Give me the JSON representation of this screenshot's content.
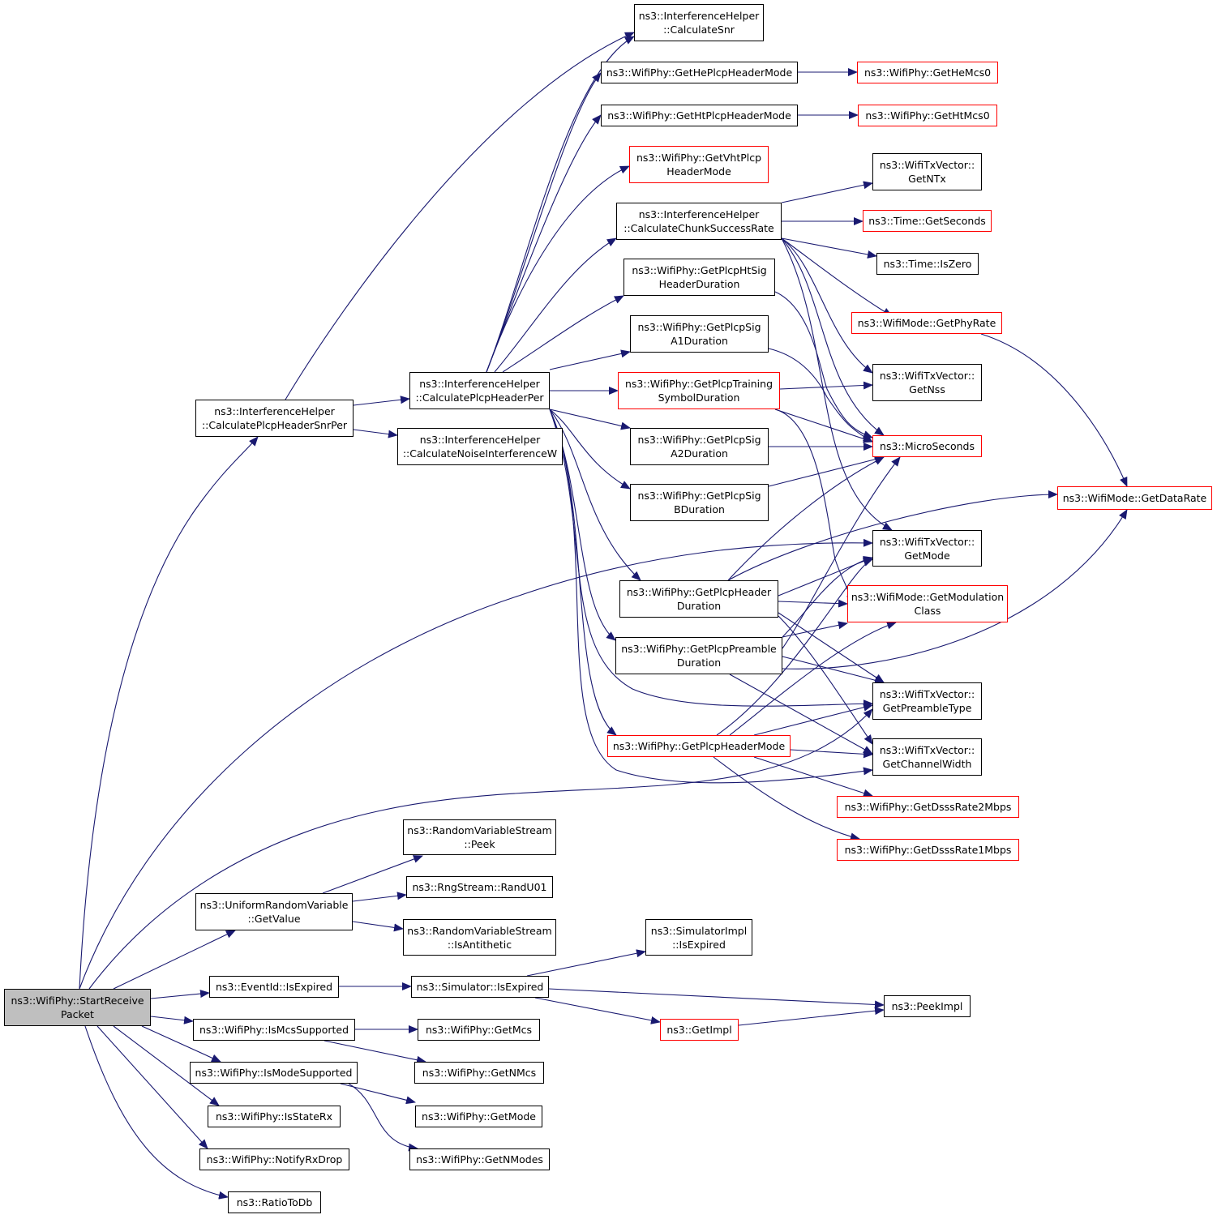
{
  "colors": {
    "edge": "#191970",
    "node_border": "#000000",
    "truncated_node_border": "#ff0000",
    "root_fill": "#bfbfbf"
  },
  "nodes": {
    "start": {
      "l1": "ns3::WifiPhy::StartReceive",
      "l2": "Packet"
    },
    "snrper": {
      "l1": "ns3::InterferenceHelper",
      "l2": "::CalculatePlcpHeaderSnrPer"
    },
    "headerper": {
      "l1": "ns3::InterferenceHelper",
      "l2": "::CalculatePlcpHeaderPer"
    },
    "noise": {
      "l1": "ns3::InterferenceHelper",
      "l2": "::CalculateNoiseInterferenceW"
    },
    "calcsnr": {
      "l1": "ns3::InterferenceHelper",
      "l2": "::CalculateSnr"
    },
    "hemode": {
      "l1": "ns3::WifiPhy::GetHePlcpHeaderMode"
    },
    "htmode": {
      "l1": "ns3::WifiPhy::GetHtPlcpHeaderMode"
    },
    "vhtmode": {
      "l1": "ns3::WifiPhy::GetVhtPlcp",
      "l2": "HeaderMode"
    },
    "chunk": {
      "l1": "ns3::InterferenceHelper",
      "l2": "::CalculateChunkSuccessRate"
    },
    "htsig": {
      "l1": "ns3::WifiPhy::GetPlcpHtSig",
      "l2": "HeaderDuration"
    },
    "siga1": {
      "l1": "ns3::WifiPhy::GetPlcpSig",
      "l2": "A1Duration"
    },
    "training": {
      "l1": "ns3::WifiPhy::GetPlcpTraining",
      "l2": "SymbolDuration"
    },
    "siga2": {
      "l1": "ns3::WifiPhy::GetPlcpSig",
      "l2": "A2Duration"
    },
    "sigb": {
      "l1": "ns3::WifiPhy::GetPlcpSig",
      "l2": "BDuration"
    },
    "headerdur": {
      "l1": "ns3::WifiPhy::GetPlcpHeader",
      "l2": "Duration"
    },
    "preamble": {
      "l1": "ns3::WifiPhy::GetPlcpPreamble",
      "l2": "Duration"
    },
    "headermode": {
      "l1": "ns3::WifiPhy::GetPlcpHeaderMode"
    },
    "hemcs0": {
      "l1": "ns3::WifiPhy::GetHeMcs0"
    },
    "htmcs0": {
      "l1": "ns3::WifiPhy::GetHtMcs0"
    },
    "getntx": {
      "l1": "ns3::WifiTxVector::",
      "l2": "GetNTx"
    },
    "getseconds": {
      "l1": "ns3::Time::GetSeconds"
    },
    "iszero": {
      "l1": "ns3::Time::IsZero"
    },
    "phyrate": {
      "l1": "ns3::WifiMode::GetPhyRate"
    },
    "getnss": {
      "l1": "ns3::WifiTxVector::",
      "l2": "GetNss"
    },
    "micro": {
      "l1": "ns3::MicroSeconds"
    },
    "datarate": {
      "l1": "ns3::WifiMode::GetDataRate"
    },
    "txgetmode": {
      "l1": "ns3::WifiTxVector::",
      "l2": "GetMode"
    },
    "modclass": {
      "l1": "ns3::WifiMode::GetModulation",
      "l2": "Class"
    },
    "preambletype": {
      "l1": "ns3::WifiTxVector::",
      "l2": "GetPreambleType"
    },
    "chanwidth": {
      "l1": "ns3::WifiTxVector::",
      "l2": "GetChannelWidth"
    },
    "dsss2": {
      "l1": "ns3::WifiPhy::GetDsssRate2Mbps"
    },
    "dsss1": {
      "l1": "ns3::WifiPhy::GetDsssRate1Mbps"
    },
    "uniform": {
      "l1": "ns3::UniformRandomVariable",
      "l2": "::GetValue"
    },
    "peek": {
      "l1": "ns3::RandomVariableStream",
      "l2": "::Peek"
    },
    "randu01": {
      "l1": "ns3::RngStream::RandU01"
    },
    "antithetic": {
      "l1": "ns3::RandomVariableStream",
      "l2": "::IsAntithetic"
    },
    "eventexpired": {
      "l1": "ns3::EventId::IsExpired"
    },
    "simexpired": {
      "l1": "ns3::Simulator::IsExpired"
    },
    "implexpired": {
      "l1": "ns3::SimulatorImpl",
      "l2": "::IsExpired"
    },
    "getimpl": {
      "l1": "ns3::GetImpl"
    },
    "peekimpl": {
      "l1": "ns3::PeekImpl"
    },
    "mcssupported": {
      "l1": "ns3::WifiPhy::IsMcsSupported"
    },
    "modesupported": {
      "l1": "ns3::WifiPhy::IsModeSupported"
    },
    "staterx": {
      "l1": "ns3::WifiPhy::IsStateRx"
    },
    "rxdrop": {
      "l1": "ns3::WifiPhy::NotifyRxDrop"
    },
    "ratiotodb": {
      "l1": "ns3::RatioToDb"
    },
    "getmcs": {
      "l1": "ns3::WifiPhy::GetMcs"
    },
    "getnmcs": {
      "l1": "ns3::WifiPhy::GetNMcs"
    },
    "phygetmode": {
      "l1": "ns3::WifiPhy::GetMode"
    },
    "getnmodes": {
      "l1": "ns3::WifiPhy::GetNModes"
    }
  }
}
